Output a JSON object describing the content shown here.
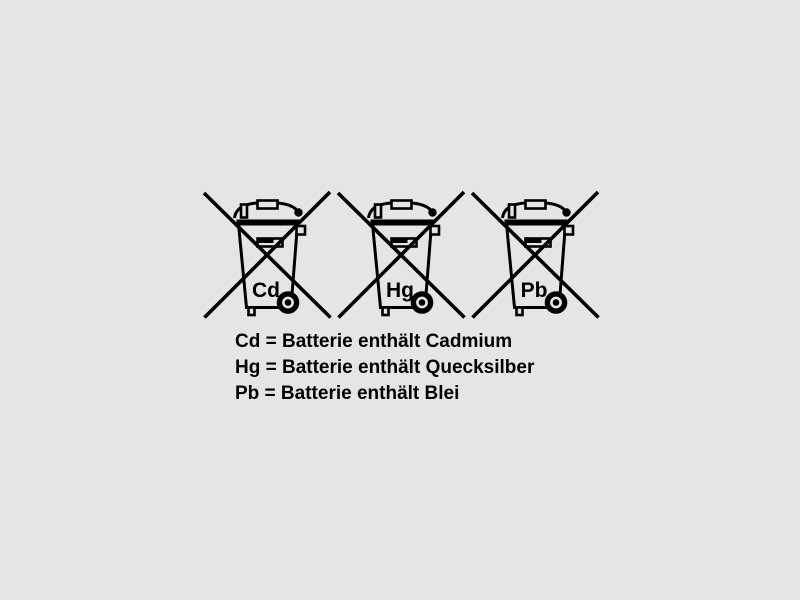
{
  "page": {
    "background_color": "#e5e5e5",
    "ink_color": "#000000"
  },
  "symbols": [
    {
      "chemical": "Cd"
    },
    {
      "chemical": "Hg"
    },
    {
      "chemical": "Pb"
    }
  ],
  "legend": {
    "lines": [
      "Cd = Batterie enthält Cadmium",
      "Hg = Batterie enthält Quecksilber",
      "Pb = Batterie enthält Blei"
    ]
  }
}
